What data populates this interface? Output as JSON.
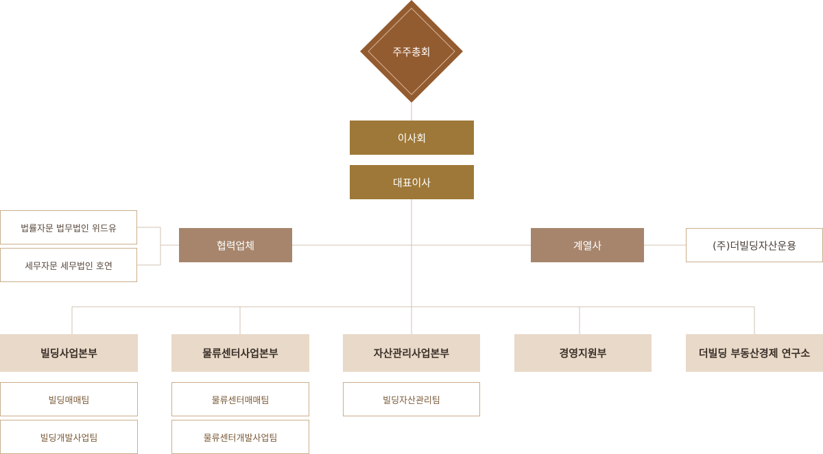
{
  "shareholders": "주주총회",
  "board": "이사회",
  "ceo": "대표이사",
  "partners": {
    "label": "협력업체",
    "items": [
      "법률자문 법무법인 위드유",
      "세무자문 세무법인 호연"
    ]
  },
  "affiliates": {
    "label": "계열사",
    "items": [
      "(주)더빌딩자산운용"
    ]
  },
  "divisions": [
    {
      "label": "빌딩사업본부",
      "teams": [
        "빌딩매매팀",
        "빌딩개발사업팀"
      ]
    },
    {
      "label": "물류센터사업본부",
      "teams": [
        "물류센터매매팀",
        "물류센터개발사업팀"
      ]
    },
    {
      "label": "자산관리사업본부",
      "teams": [
        "빌딩자산관리팀"
      ]
    },
    {
      "label": "경영지원부",
      "teams": []
    },
    {
      "label": "더빌딩 부동산경제 연구소",
      "teams": []
    }
  ],
  "colors": {
    "diamond": "#935b30",
    "top_box": "#9e7838",
    "mid_box": "#a6856c",
    "division_box": "#e9d9c8",
    "connector": "#d2c2b0",
    "outline": "#c9ac88"
  }
}
